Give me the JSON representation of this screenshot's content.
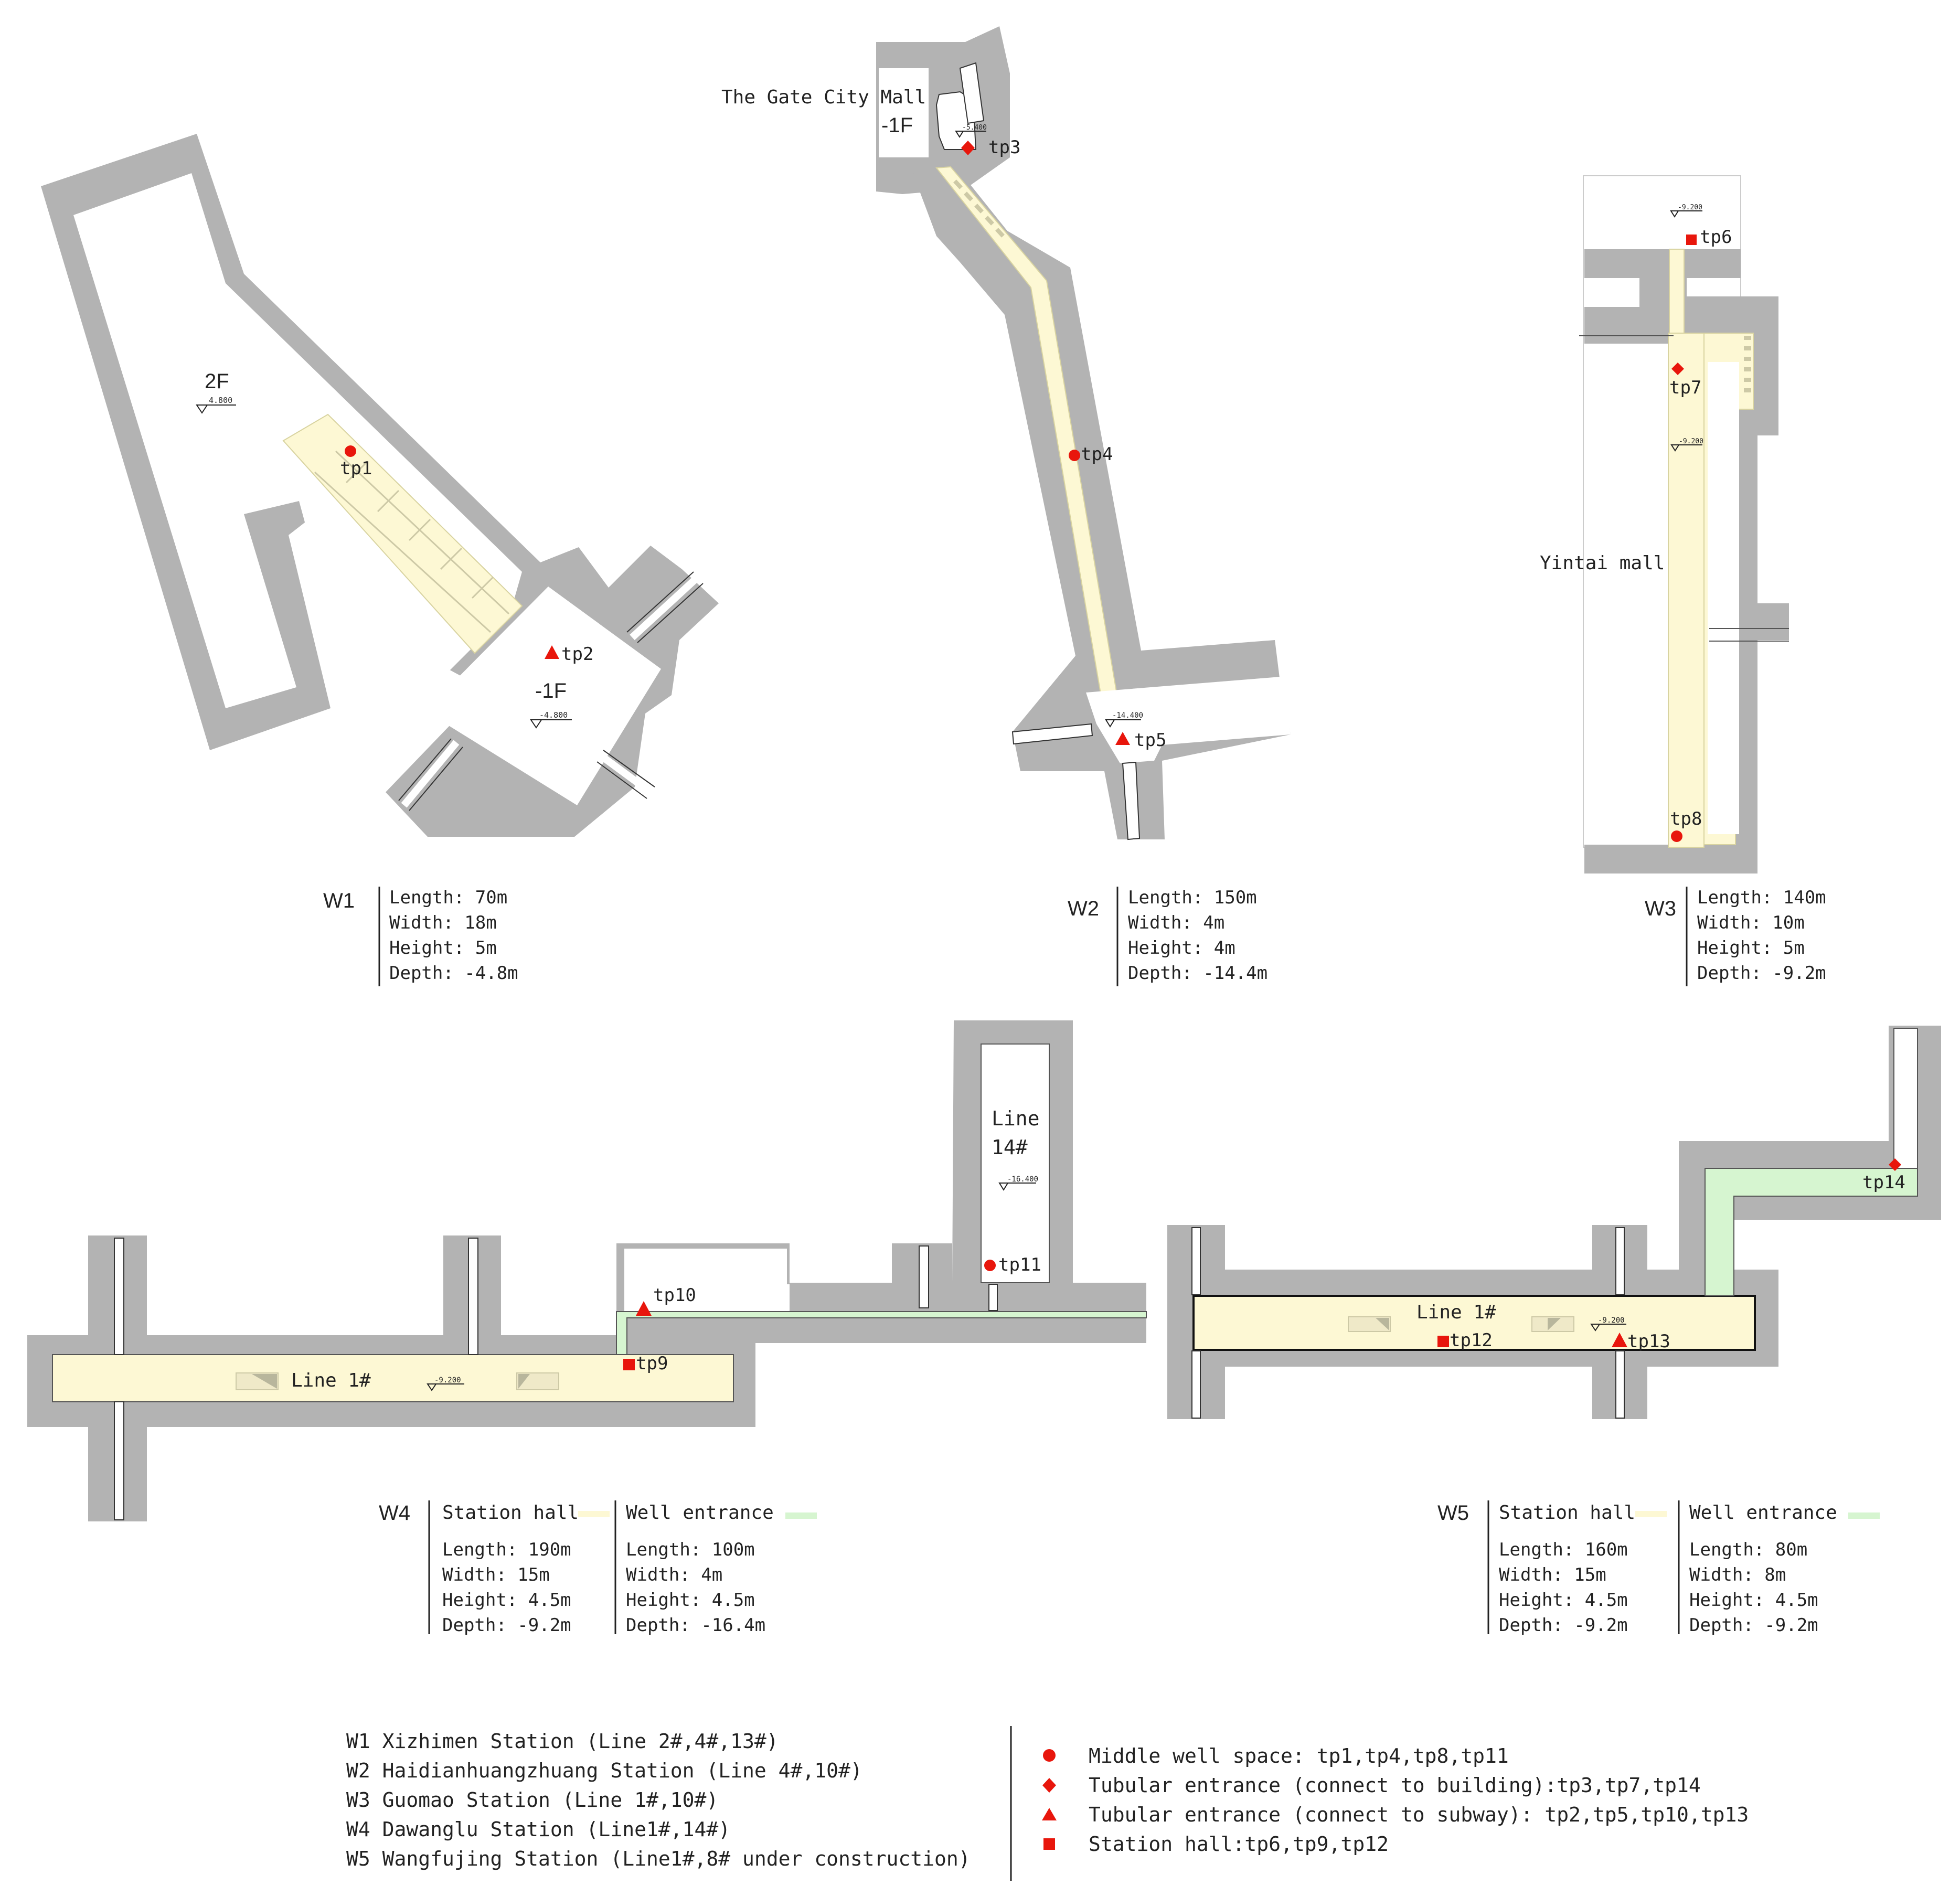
{
  "colors": {
    "wall": "#b3b3b3",
    "corridor": "#fdf8d4",
    "corridor_stroke": "#d8d3a0",
    "green": "#d6f5d0",
    "marker": "#e8160c",
    "outline": "#1a1a1a"
  },
  "w1": {
    "label_2f": "2F",
    "level_2f": "4.800",
    "label_1f": "-1F",
    "level_1f": "-4.800",
    "tp1": "tp1",
    "tp2": "tp2",
    "panel": {
      "name": "W1",
      "lines": [
        "Length: 70m",
        "Width: 18m",
        "Height: 5m",
        "Depth: -4.8m"
      ]
    }
  },
  "w2": {
    "mall": "The Gate City Mall",
    "floor": "-1F",
    "level_top": "-5.400",
    "level_bottom": "-14.400",
    "tp3": "tp3",
    "tp4": "tp4",
    "tp5": "tp5",
    "panel": {
      "name": "W2",
      "lines": [
        "Length: 150m",
        "Width: 4m",
        "Height: 4m",
        "Depth: -14.4m"
      ]
    }
  },
  "w3": {
    "mall": "Yintai mall",
    "level_top": "-9.200",
    "level_mid": "-9.200",
    "tp6": "tp6",
    "tp7": "tp7",
    "tp8": "tp8",
    "panel": {
      "name": "W3",
      "lines": [
        "Length: 140m",
        "Width: 10m",
        "Height: 5m",
        "Depth: -9.2m"
      ]
    }
  },
  "w4": {
    "line1": "Line 1#",
    "level_hall": "-9.200",
    "line14a": "Line",
    "line14b": "14#",
    "level_14": "-16.400",
    "tp9": "tp9",
    "tp10": "tp10",
    "tp11": "tp11",
    "panel": {
      "name": "W4",
      "hall_title": "Station hall",
      "hall_lines": [
        "Length: 190m",
        "Width: 15m",
        "Height: 4.5m",
        "Depth: -9.2m"
      ],
      "well_title": "Well entrance",
      "well_lines": [
        "Length: 100m",
        "Width: 4m",
        "Height: 4.5m",
        "Depth: -16.4m"
      ]
    }
  },
  "w5": {
    "line1": "Line 1#",
    "level_hall": "-9.200",
    "tp12": "tp12",
    "tp13": "tp13",
    "tp14": "tp14",
    "panel": {
      "name": "W5",
      "hall_title": "Station hall",
      "hall_lines": [
        "Length: 160m",
        "Width: 15m",
        "Height: 4.5m",
        "Depth: -9.2m"
      ],
      "well_title": "Well entrance",
      "well_lines": [
        "Length: 80m",
        "Width: 8m",
        "Height: 4.5m",
        "Depth: -9.2m"
      ]
    }
  },
  "stations": [
    "W1 Xizhimen Station (Line 2#,4#,13#)",
    "W2 Haidianhuangzhuang Station (Line 4#,10#)",
    "W3 Guomao Station (Line 1#,10#)",
    "W4 Dawanglu Station (Line1#,14#)",
    "W5 Wangfujing Station (Line1#,8# under construction)"
  ],
  "legend": [
    {
      "shape": "circle",
      "text": "Middle well space: tp1,tp4,tp8,tp11"
    },
    {
      "shape": "diamond",
      "text": "Tubular entrance (connect to building):tp3,tp7,tp14"
    },
    {
      "shape": "triangle",
      "text": "Tubular entrance (connect to subway): tp2,tp5,tp10,tp13"
    },
    {
      "shape": "square",
      "text": "Station hall:tp6,tp9,tp12"
    }
  ]
}
